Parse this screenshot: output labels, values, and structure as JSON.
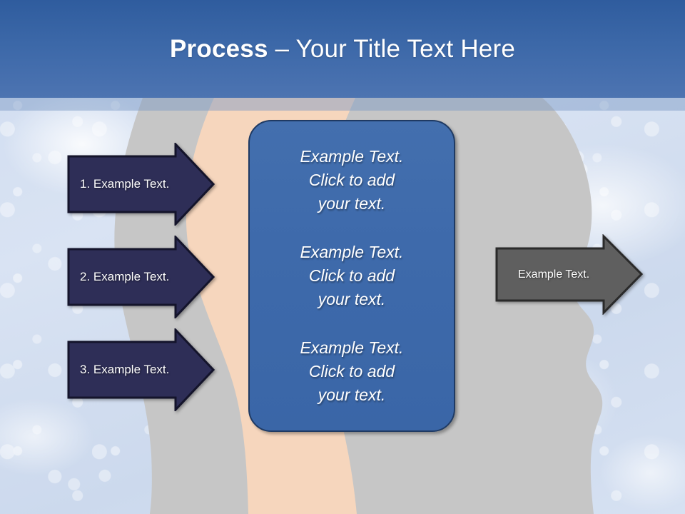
{
  "slide": {
    "title": {
      "strong": "Process",
      "light": " – Your Title Text Here"
    }
  },
  "colors": {
    "title_bar": "#3c68a8",
    "navy_arrow": "#2e2e57",
    "navy_arrow_outline": "#14142b",
    "grey_arrow": "#5f5f5f",
    "grey_arrow_outline": "#2a2a2a",
    "center_box": "#3f6cab",
    "center_box_outline": "#1f3a63",
    "background_blue": "#d3dff2",
    "head_grey": "#c6c6c6",
    "head_peach": "#f6d6bd",
    "text_white": "#ffffff"
  },
  "left_arrows": [
    {
      "label": "1. Example Text."
    },
    {
      "label": "2. Example Text."
    },
    {
      "label": "3. Example Text."
    }
  ],
  "center_box": {
    "blocks": [
      "Example Text.\nClick  to add\nyour text.",
      "Example Text.\nClick  to add\nyour text.",
      "Example Text.\nClick  to add\nyour text."
    ]
  },
  "right_arrow": {
    "label": "Example Text."
  }
}
